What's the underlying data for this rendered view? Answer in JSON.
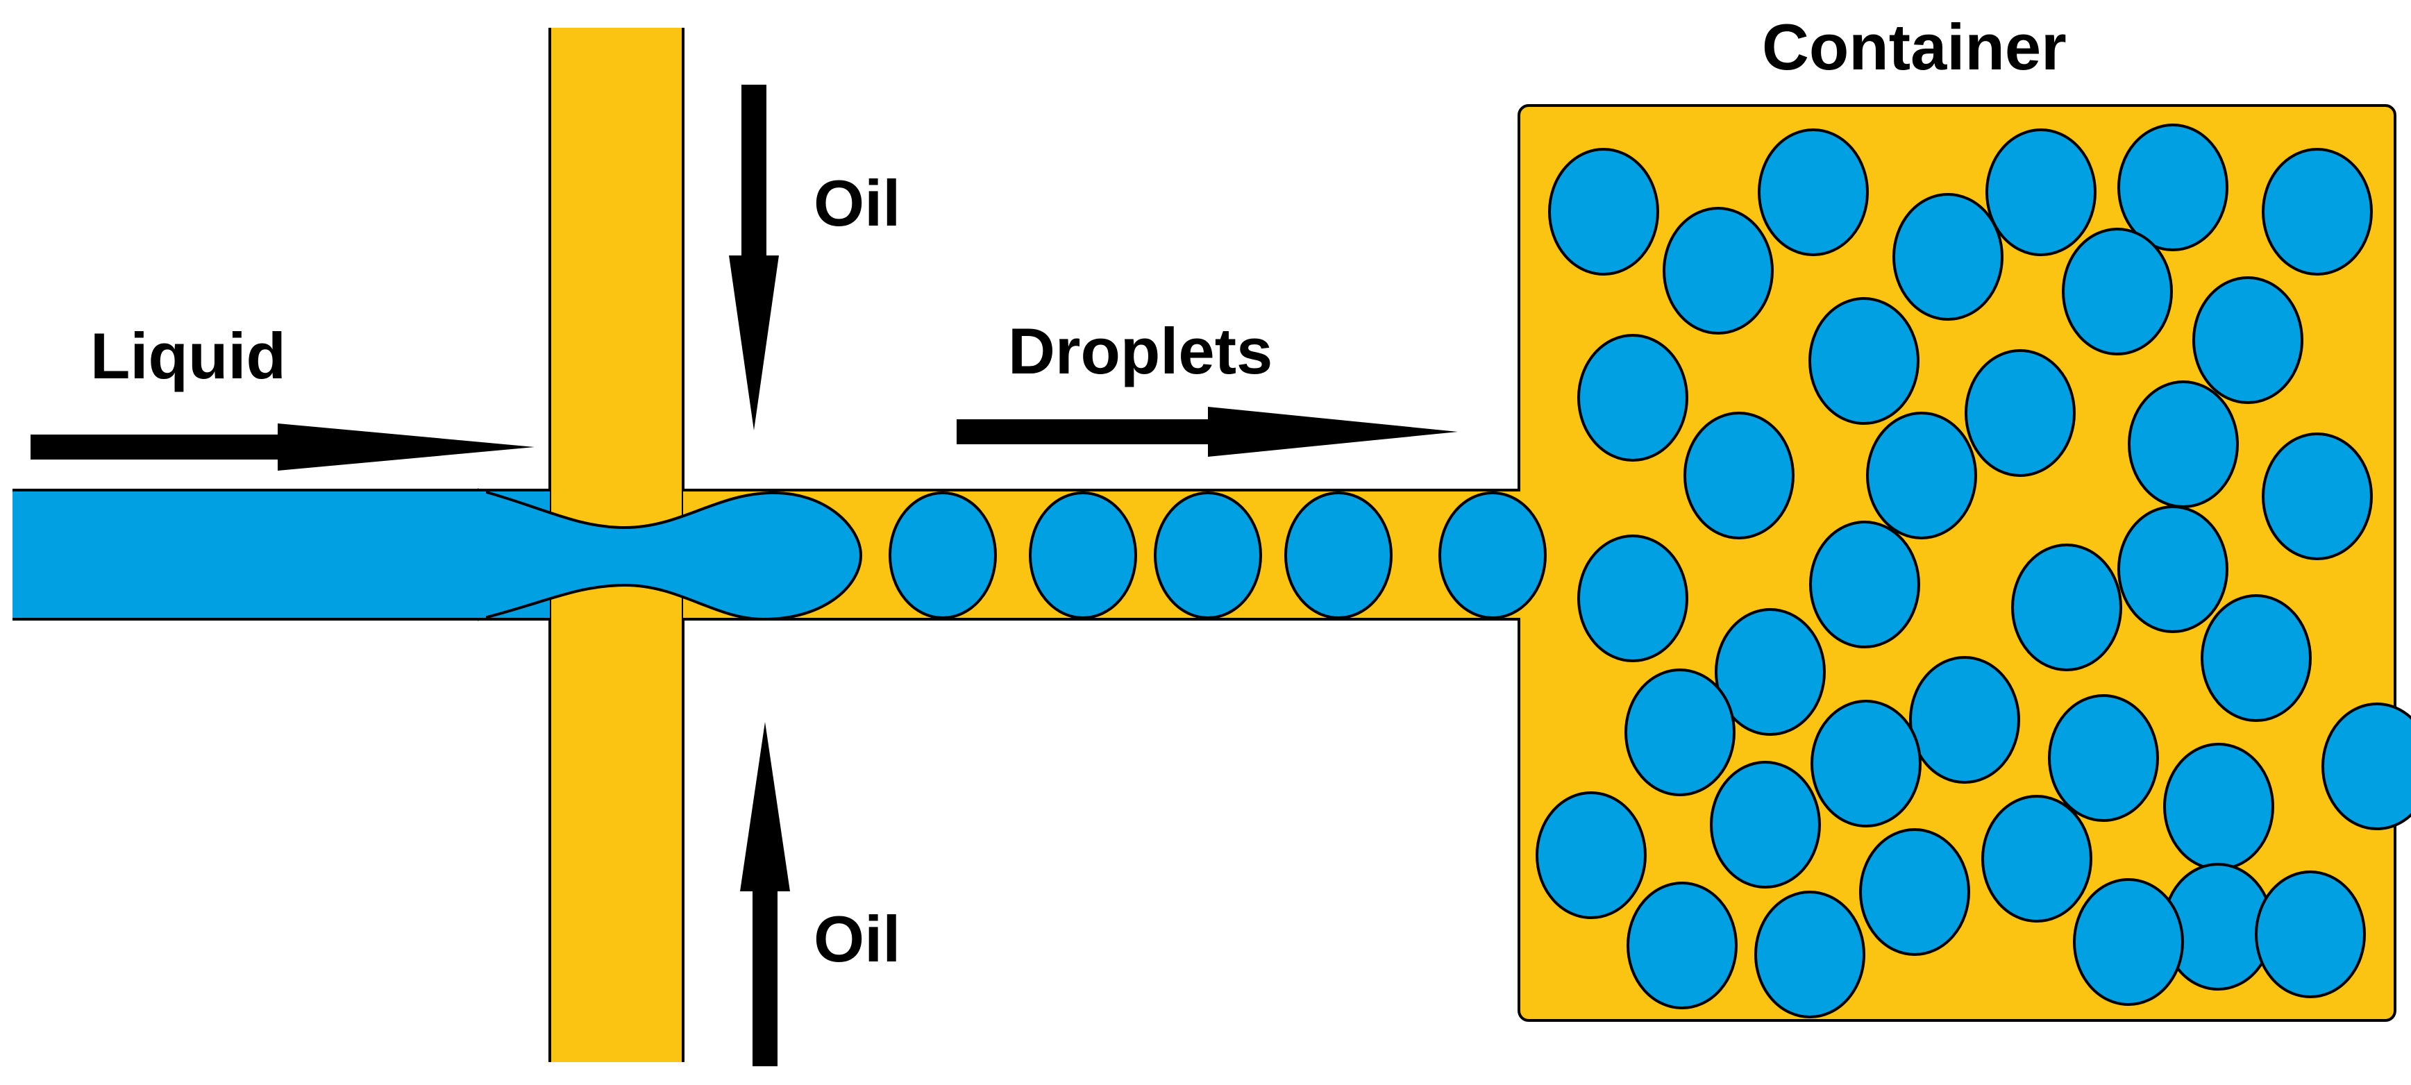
{
  "labels": {
    "liquid": "Liquid",
    "oil_top": "Oil",
    "oil_bottom": "Oil",
    "droplets": "Droplets",
    "container": "Container"
  },
  "colors": {
    "oil": "#FBC312",
    "liquid": "#00A0E3",
    "outline": "#000000",
    "background": "#FFFFFF"
  }
}
